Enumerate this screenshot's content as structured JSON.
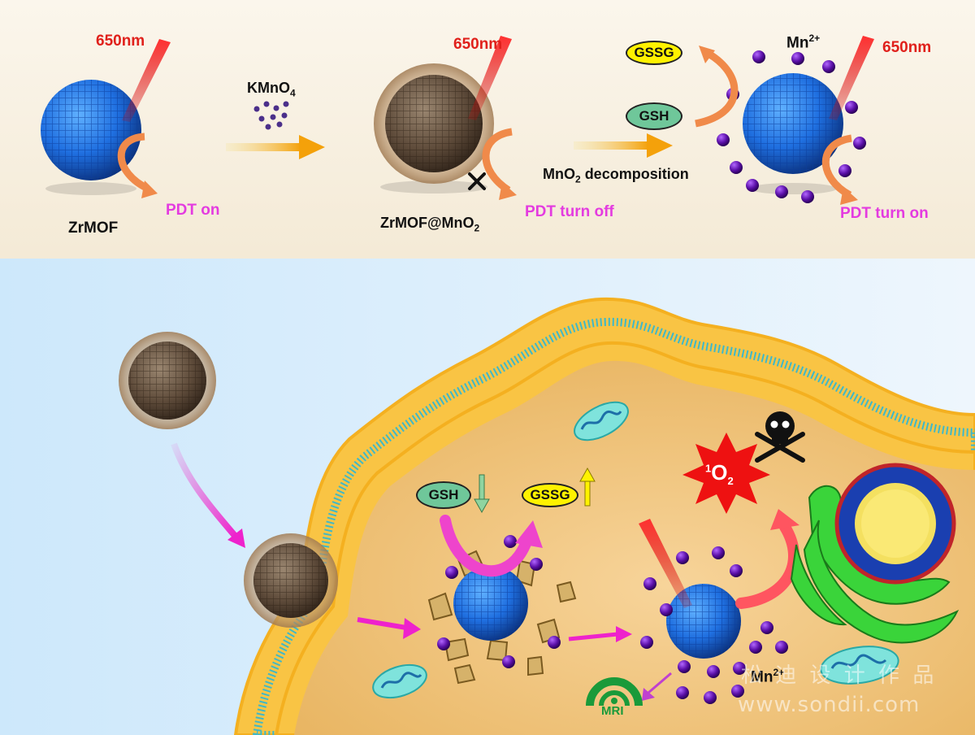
{
  "colors": {
    "top_bg": "#f7efe0",
    "bottom_bg": "#dcefff",
    "mof_blue": "#1f6fe0",
    "shell_brown": "#7a6552",
    "mn_purple": "#5b10a8",
    "cytoplasm": "#f1c37a",
    "membrane_yellow": "#f9c444",
    "arrow_orange": "#f4b41a",
    "arrow_magenta": "#ee44cc",
    "laser_red": "#e8211c",
    "text_magenta": "#e43be0",
    "text_red": "#e0201b",
    "singlet_star": "#ee1111",
    "mito_teal": "#5fd6d2",
    "er_green": "#33cc33",
    "nucleus_blue": "#1a3fb0",
    "nucleus_yellow": "#f4e060",
    "mri_green": "#1a9a3a"
  },
  "top": {
    "wavelength_1": "650nm",
    "wavelength_2": "650nm",
    "wavelength_3": "650nm",
    "reagent": "KMnO",
    "reagent_sub": "4",
    "label_zrmof": "ZrMOF",
    "label_zrmof_mno2": "ZrMOF@MnO",
    "label_zrmof_mno2_sub": "2",
    "pdt_on": "PDT on",
    "pdt_off": "PDT turn off",
    "pdt_turn_on": "PDT turn on",
    "decomp_prefix": "MnO",
    "decomp_sub": "2",
    "decomp_suffix": " decomposition",
    "gssg": "GSSG",
    "gsh": "GSH",
    "mn_base": "Mn",
    "mn_sup": "2+"
  },
  "bottom": {
    "gsh": "GSH",
    "gssg": "GSSG",
    "singlet_sup": "1",
    "singlet_o": "O",
    "singlet_sub": "2",
    "mn_base": "Mn",
    "mn_sup": "2+",
    "mri": "MRI",
    "skull_icon": "skull-crossbones-icon",
    "gsh_trend": "down",
    "gssg_trend": "up"
  },
  "watermark": {
    "cn": "松 迪 设 计 作 品",
    "url": "www.sondii.com"
  }
}
